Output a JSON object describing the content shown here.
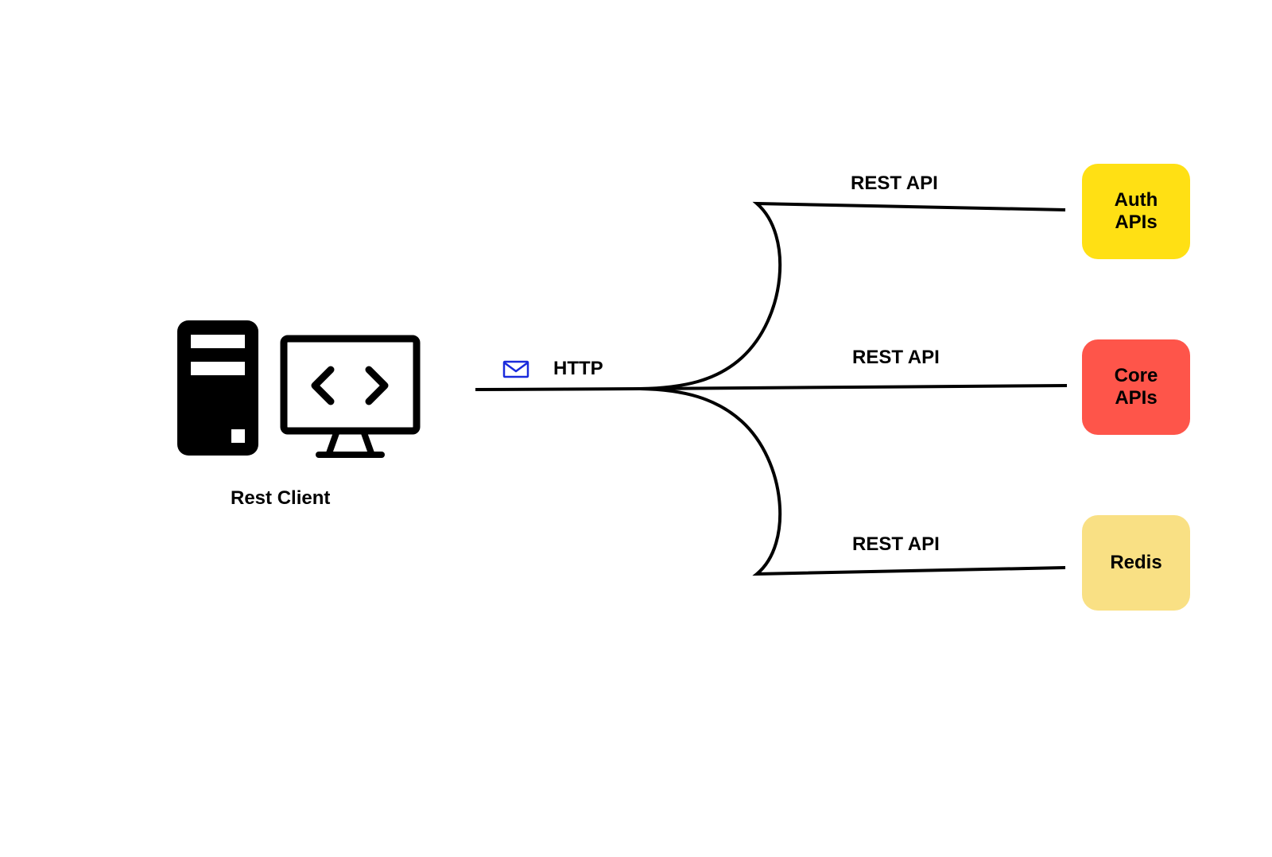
{
  "client": {
    "label": "Rest Client",
    "icons": [
      "server-tower-icon",
      "code-monitor-icon"
    ]
  },
  "connection": {
    "protocol_label": "HTTP",
    "icon": "envelope-icon",
    "icon_color": "#1a2bdc"
  },
  "edges": [
    {
      "label": "REST API",
      "target": "Auth APIs"
    },
    {
      "label": "REST API",
      "target": "Core APIs"
    },
    {
      "label": "REST API",
      "target": "Redis"
    }
  ],
  "services": [
    {
      "label": "Auth APIs",
      "color": "#ffe014"
    },
    {
      "label": "Core APIs",
      "color": "#fe554a"
    },
    {
      "label": "Redis",
      "color": "#f9e084"
    }
  ]
}
